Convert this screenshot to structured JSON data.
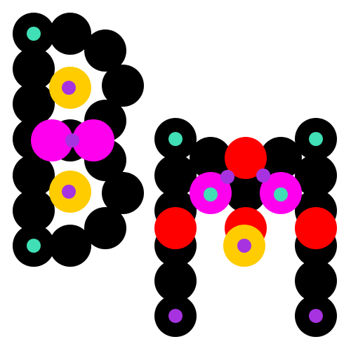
{
  "palette": {
    "background": "#ffffff",
    "black": "#000000",
    "teal": "#40dfb5",
    "yellow": "#ffcc00",
    "purple": "#a733e0",
    "magenta": "#ff00ee",
    "red": "#ff0000"
  },
  "glyph_b": {
    "name": "letter-b-shape",
    "shape": "letter B made of dots",
    "marker_count": 6
  },
  "glyph_m": {
    "name": "letter-m-shape",
    "shape": "letter M made of dots",
    "marker_count": 10
  }
}
